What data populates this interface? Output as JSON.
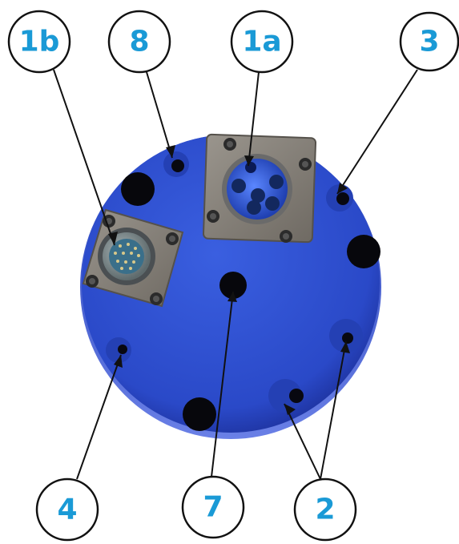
{
  "diagram": {
    "callouts": [
      {
        "id": "1b",
        "label": "1b"
      },
      {
        "id": "8",
        "label": "8"
      },
      {
        "id": "1a",
        "label": "1a"
      },
      {
        "id": "3",
        "label": "3"
      },
      {
        "id": "4",
        "label": "4"
      },
      {
        "id": "7",
        "label": "7"
      },
      {
        "id": "2",
        "label": "2"
      }
    ],
    "colors": {
      "callout_text": "#1a9ad6",
      "callout_border": "#111111",
      "plate": "#2d4fcf",
      "plate_dark": "#1d3aa8",
      "connector_housing": "#8a847c",
      "hole": "#0a0a14"
    }
  }
}
